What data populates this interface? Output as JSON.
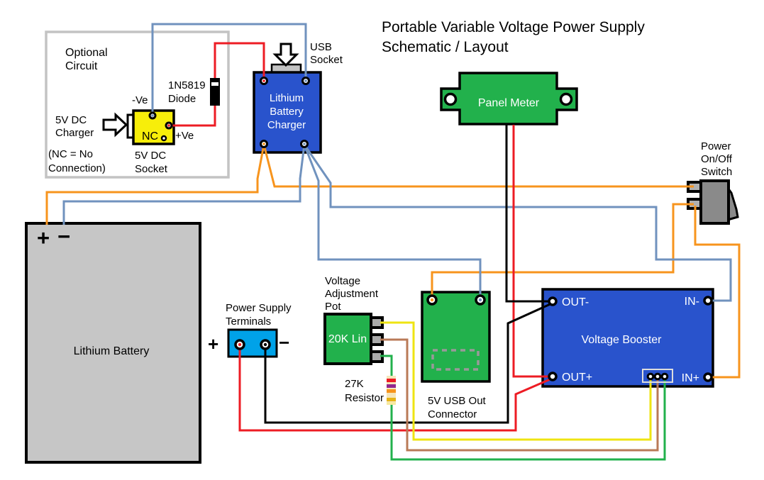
{
  "colors": {
    "wire_orange": "#f7941d",
    "wire_blue": "#7092be",
    "wire_red": "#ed1c24",
    "wire_black": "#000000",
    "wire_yellow": "#efe412",
    "wire_brown": "#b97a57",
    "wire_green": "#22b14c",
    "box_blue": "#2953cc",
    "box_green": "#22b14c",
    "box_yellow": "#f7ee0a",
    "battery_gray": "#c6c6c6",
    "switch_gray": "#8a8a8a",
    "terminal_cyan": "#00a2e8",
    "optional_border": "#c3c3c3",
    "accent_red": "#ed1c24",
    "resistor_body": "#f5e6bb",
    "band_red": "#ed1c24",
    "band_purple": "#92278f",
    "band_orange": "#f7941d",
    "band_gold": "#e7b416",
    "band_tip": "#f7e9a0"
  },
  "title": {
    "line1": "Portable Variable Voltage Power Supply",
    "line2": "Schematic / Layout"
  },
  "optional_circuit": {
    "heading1": "Optional",
    "heading2": "Circuit",
    "charger_label1": "5V DC",
    "charger_label2": "Charger",
    "nc_note1": "(NC = No",
    "nc_note2": "Connection)",
    "socket_label1": "5V DC",
    "socket_label2": "Socket",
    "neg": "-Ve",
    "pos": "+Ve",
    "nc": "NC",
    "diode1": "1N5819",
    "diode2": "Diode"
  },
  "charger": {
    "line1": "Lithium",
    "line2": "Battery",
    "line3": "Charger",
    "usb1": "USB",
    "usb2": "Socket"
  },
  "panel_meter": {
    "label": "Panel Meter"
  },
  "switch": {
    "line1": "Power",
    "line2": "On/Off",
    "line3": "Switch"
  },
  "battery": {
    "label": "Lithium Battery",
    "plus": "+",
    "minus": "−"
  },
  "terminals": {
    "line1": "Power Supply",
    "line2": "Terminals",
    "plus": "+",
    "minus": "−"
  },
  "pot": {
    "line1": "Voltage",
    "line2": "Adjustment",
    "line3": "Pot",
    "value": "20K Lin"
  },
  "resistor": {
    "line1": "27K",
    "line2": "Resistor"
  },
  "usb_out": {
    "line1": "5V USB Out",
    "line2": "Connector"
  },
  "booster": {
    "label": "Voltage Booster",
    "out_neg": "OUT-",
    "in_neg": "IN-",
    "out_pos": "OUT+",
    "in_pos": "IN+"
  }
}
